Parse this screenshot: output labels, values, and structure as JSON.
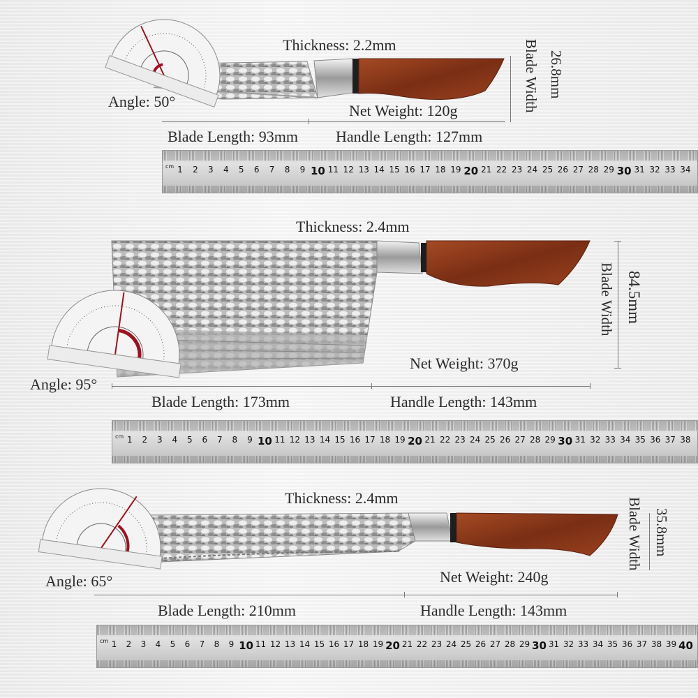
{
  "knives": [
    {
      "thickness": "Thickness: 2.2mm",
      "angle": "Angle: 50°",
      "net_weight": "Net Weight: 120g",
      "blade_length": "Blade Length: 93mm",
      "handle_length": "Handle Length: 127mm",
      "blade_width_value": "26.8mm",
      "blade_width_label": "Blade Width",
      "ruler_unit": "cm",
      "ruler_numbers": [
        "1",
        "2",
        "3",
        "4",
        "5",
        "6",
        "7",
        "8",
        "9",
        "10",
        "11",
        "12",
        "13",
        "14",
        "15",
        "16",
        "17",
        "18",
        "19",
        "20",
        "21",
        "22",
        "23",
        "24",
        "25",
        "26",
        "27",
        "28",
        "29",
        "30",
        "31",
        "32",
        "33",
        "34"
      ]
    },
    {
      "thickness": "Thickness: 2.4mm",
      "angle": "Angle: 95°",
      "net_weight": "Net Weight: 370g",
      "blade_length": "Blade Length: 173mm",
      "handle_length": "Handle Length: 143mm",
      "blade_width_value": "84.5mm",
      "blade_width_label": "Blade Width",
      "ruler_unit": "cm",
      "ruler_numbers": [
        "1",
        "2",
        "3",
        "4",
        "5",
        "6",
        "7",
        "8",
        "9",
        "10",
        "11",
        "12",
        "13",
        "14",
        "15",
        "16",
        "17",
        "18",
        "19",
        "20",
        "21",
        "22",
        "23",
        "24",
        "25",
        "26",
        "27",
        "28",
        "29",
        "30",
        "31",
        "32",
        "33",
        "34",
        "35",
        "36",
        "37",
        "38"
      ]
    },
    {
      "thickness": "Thickness: 2.4mm",
      "angle": "Angle: 65°",
      "net_weight": "Net Weight: 240g",
      "blade_length": "Blade Length: 210mm",
      "handle_length": "Handle Length: 143mm",
      "blade_width_value": "35.8mm",
      "blade_width_label": "Blade Width",
      "ruler_unit": "cm",
      "ruler_numbers": [
        "1",
        "2",
        "3",
        "4",
        "5",
        "6",
        "7",
        "8",
        "9",
        "10",
        "11",
        "12",
        "13",
        "14",
        "15",
        "16",
        "17",
        "18",
        "19",
        "20",
        "21",
        "22",
        "23",
        "24",
        "25",
        "26",
        "27",
        "28",
        "29",
        "30",
        "31",
        "32",
        "33",
        "34",
        "35",
        "36",
        "37",
        "38",
        "39",
        "40"
      ]
    }
  ],
  "colors": {
    "steel_light": "#d8d8d8",
    "steel_dark": "#8c8c8c",
    "wood": "#8a3a1e",
    "wood_dark": "#5a2010",
    "protractor_accent": "#a01020"
  }
}
